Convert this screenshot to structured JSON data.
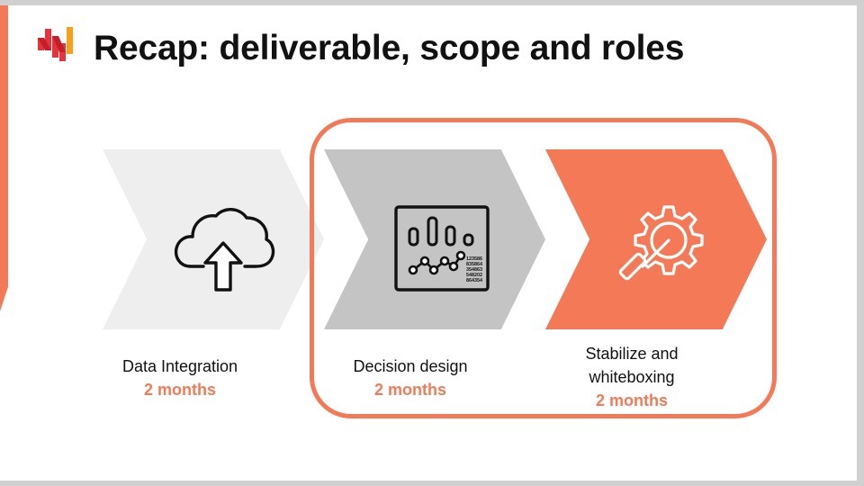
{
  "slide": {
    "title": "Recap: deliverable, scope and roles",
    "logo_icon": "brand-logo-icon"
  },
  "colors": {
    "accent": "#f47a57",
    "step1_fill": "#eeeeee",
    "step2_fill": "#c4c4c4",
    "step3_fill": "#f47a57"
  },
  "steps": [
    {
      "label": "Data Integration",
      "duration": "2 months",
      "icon": "cloud-upload-icon"
    },
    {
      "label": "Decision design",
      "duration": "2 months",
      "icon": "dashboard-chart-icon"
    },
    {
      "label_line1": "Stabilize and",
      "label_line2": "whiteboxing",
      "duration": "2 months",
      "icon": "gear-wrench-icon"
    }
  ],
  "dashboard_numbers": [
    "123586",
    "835864",
    "354863",
    "548202",
    "864354"
  ]
}
